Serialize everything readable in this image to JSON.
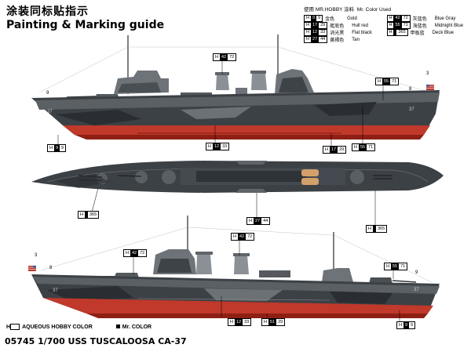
{
  "header": {
    "title_cn": "涂装同标贴指示",
    "title_en": "Painting & Marking guide"
  },
  "legend": {
    "heading_cn": "使用",
    "heading_brand": "MR.HOBBY 涂料",
    "heading_en": "Mr. Color Used",
    "left": [
      {
        "h": "H",
        "n": "9",
        "mr": "9",
        "cn": "金色",
        "en": "Gold"
      },
      {
        "h": "H",
        "n": "17",
        "mr": "29",
        "cn": "艇底色",
        "en": "Hull red"
      },
      {
        "h": "H",
        "n": "12",
        "mr": "33",
        "cn": "消光黑",
        "en": "Flat black"
      },
      {
        "h": "H",
        "n": "27",
        "mr": "44",
        "cn": "黄褐色",
        "en": "Tan"
      }
    ],
    "right": [
      {
        "h": "H",
        "n": "42",
        "mr": "72",
        "cn": "灰蓝色",
        "en": "Blue Gray"
      },
      {
        "h": "H",
        "n": "55",
        "mr": "71",
        "cn": "海蓝色",
        "en": "Midnight Blue"
      },
      {
        "h": "H",
        "n": "",
        "mr": "365",
        "cn": "甲板蓝",
        "en": "Deck Blue"
      }
    ]
  },
  "callouts": {
    "c1": {
      "h": "H",
      "n": "42",
      "mr": "72"
    },
    "c2": {
      "h": "H",
      "n": "55",
      "mr": "71"
    },
    "c3": {
      "h": "H",
      "n": "9",
      "mr": "9"
    },
    "c4": {
      "h": "H",
      "n": "12",
      "mr": "33"
    },
    "c5": {
      "h": "H",
      "n": "17",
      "mr": "29"
    },
    "c6": {
      "h": "H",
      "n": "55",
      "mr": "71"
    },
    "c7": {
      "h": "H",
      "n": "",
      "mr": "365"
    },
    "c8": {
      "h": "H",
      "n": "27",
      "mr": "44"
    },
    "c9": {
      "h": "H",
      "n": "",
      "mr": "365"
    },
    "c10": {
      "h": "H",
      "n": "42",
      "mr": "72"
    },
    "c11": {
      "h": "H",
      "n": "42",
      "mr": "72"
    },
    "c12": {
      "h": "H",
      "n": "55",
      "mr": "71"
    },
    "c13": {
      "h": "H",
      "n": "12",
      "mr": "33"
    },
    "c14": {
      "h": "H",
      "n": "51",
      "mr": "29"
    },
    "c15": {
      "h": "H",
      "n": "9",
      "mr": "9"
    }
  },
  "marks": {
    "n3a": "3",
    "n9a": "9",
    "n37a": "37",
    "n37b": "37",
    "n8a": "8",
    "n3b": "3",
    "n8b": "8",
    "n37c": "37",
    "n37d": "37",
    "n9b": "9"
  },
  "footer": {
    "aqueous": "AQUEOUS HOBBY COLOR",
    "mrcolor": "Mr. COLOR",
    "h_label": "H",
    "product": "05745 1/700 USS TUSCALOOSA CA-37"
  }
}
